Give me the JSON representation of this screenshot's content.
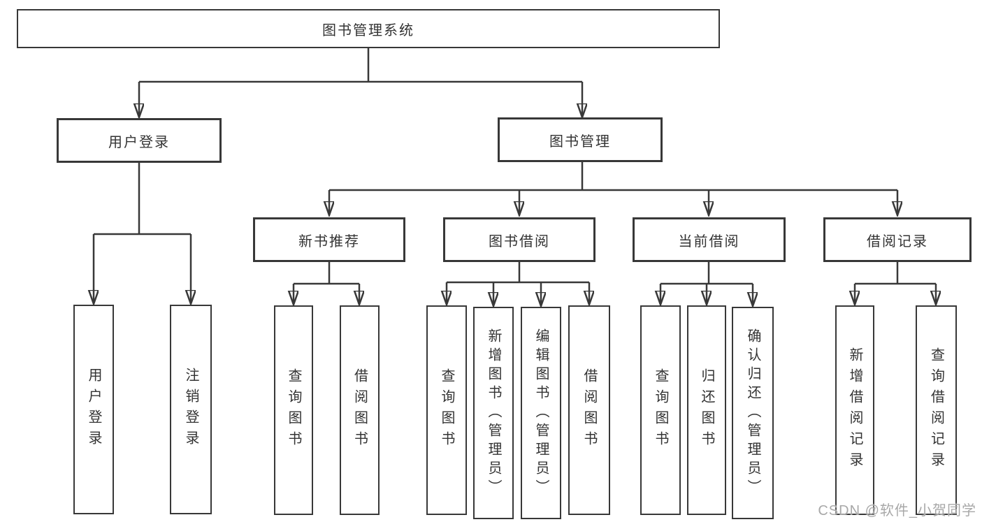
{
  "diagram": {
    "root": {
      "label": "图书管理系统"
    },
    "branches": [
      {
        "id": "user-login",
        "label": "用户登录",
        "children": [
          "用户登录",
          "注销登录"
        ]
      },
      {
        "id": "book-management",
        "label": "图书管理",
        "sections": [
          {
            "id": "new-book-recommend",
            "label": "新书推荐",
            "children": [
              "查询图书",
              "借阅图书"
            ]
          },
          {
            "id": "book-borrow",
            "label": "图书借阅",
            "children": [
              "查询图书",
              "新增图书（管理员）",
              "编辑图书（管理员）",
              "借阅图书"
            ]
          },
          {
            "id": "current-borrow",
            "label": "当前借阅",
            "children": [
              "查询图书",
              "归还图书",
              "确认归还（管理员）"
            ]
          },
          {
            "id": "borrow-records",
            "label": "借阅记录",
            "children": [
              "新增借阅记录",
              "查询借阅记录"
            ]
          }
        ]
      }
    ],
    "colors": {
      "line": "#383838",
      "text": "#333333",
      "background": "#ffffff"
    }
  },
  "watermark": {
    "text": "CSDN @软件_小贺同学",
    "color": "#a8a8a8"
  }
}
